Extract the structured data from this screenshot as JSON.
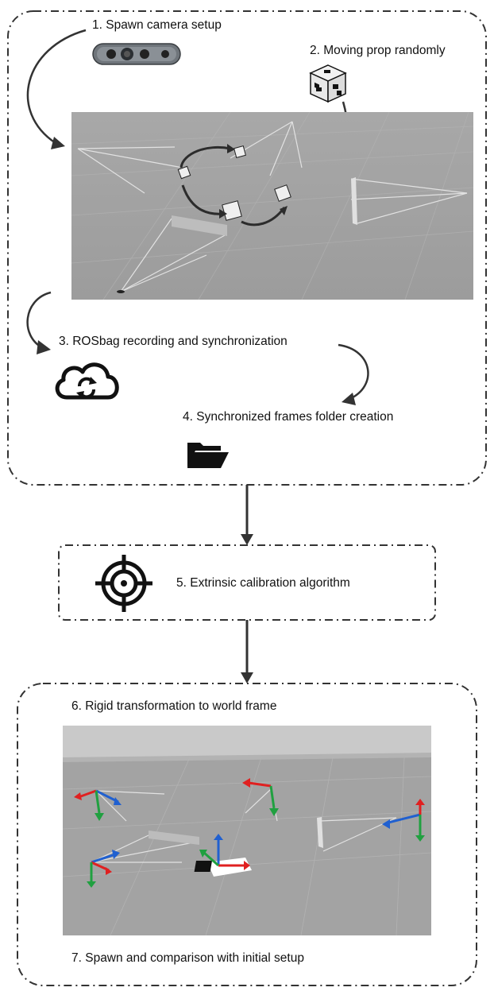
{
  "steps": {
    "s1": "1. Spawn camera setup",
    "s2": "2. Moving prop randomly",
    "s3": "3. ROSbag recording and synchronization",
    "s4": "4. Synchronized frames folder creation",
    "s5": "5. Extrinsic calibration algorithm",
    "s6": "6. Rigid transformation to world frame",
    "s7": "7. Spawn and comparison with initial setup"
  },
  "icons": {
    "camera": "depth-camera-icon",
    "prop": "aruco-cube-icon",
    "cloud": "cloud-sync-icon",
    "folder": "folder-open-icon",
    "target": "crosshair-target-icon"
  },
  "colors": {
    "frame_border": "#333333",
    "axis_x": "#e02020",
    "axis_y": "#20a040",
    "axis_z": "#2060d0",
    "sim_ground": "#a0a0a0"
  }
}
